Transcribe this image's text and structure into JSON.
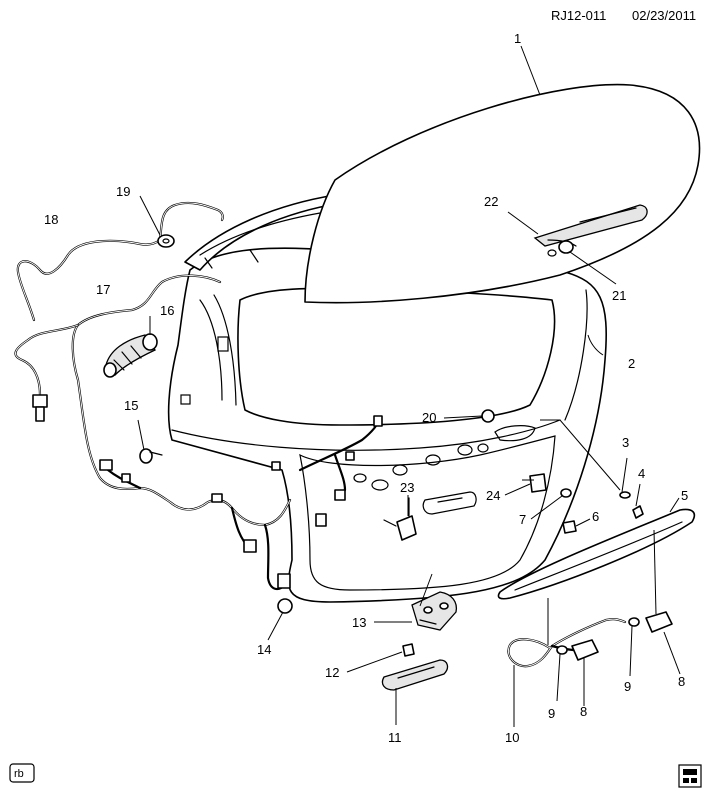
{
  "header": {
    "diagram_code": "RJ12-011",
    "date": "02/23/2011"
  },
  "footer": {
    "badge": "rb"
  },
  "callouts": {
    "c1": "1",
    "c2": "2",
    "c3": "3",
    "c4": "4",
    "c5": "5",
    "c6": "6",
    "c7": "7",
    "c8a": "8",
    "c8b": "8",
    "c9a": "9",
    "c9b": "9",
    "c10": "10",
    "c11": "11",
    "c12": "12",
    "c13": "13",
    "c14": "14",
    "c15": "15",
    "c16": "16",
    "c17": "17",
    "c18": "18",
    "c19": "19",
    "c20": "20",
    "c21": "21",
    "c22": "22",
    "c23": "23",
    "c24": "24"
  }
}
